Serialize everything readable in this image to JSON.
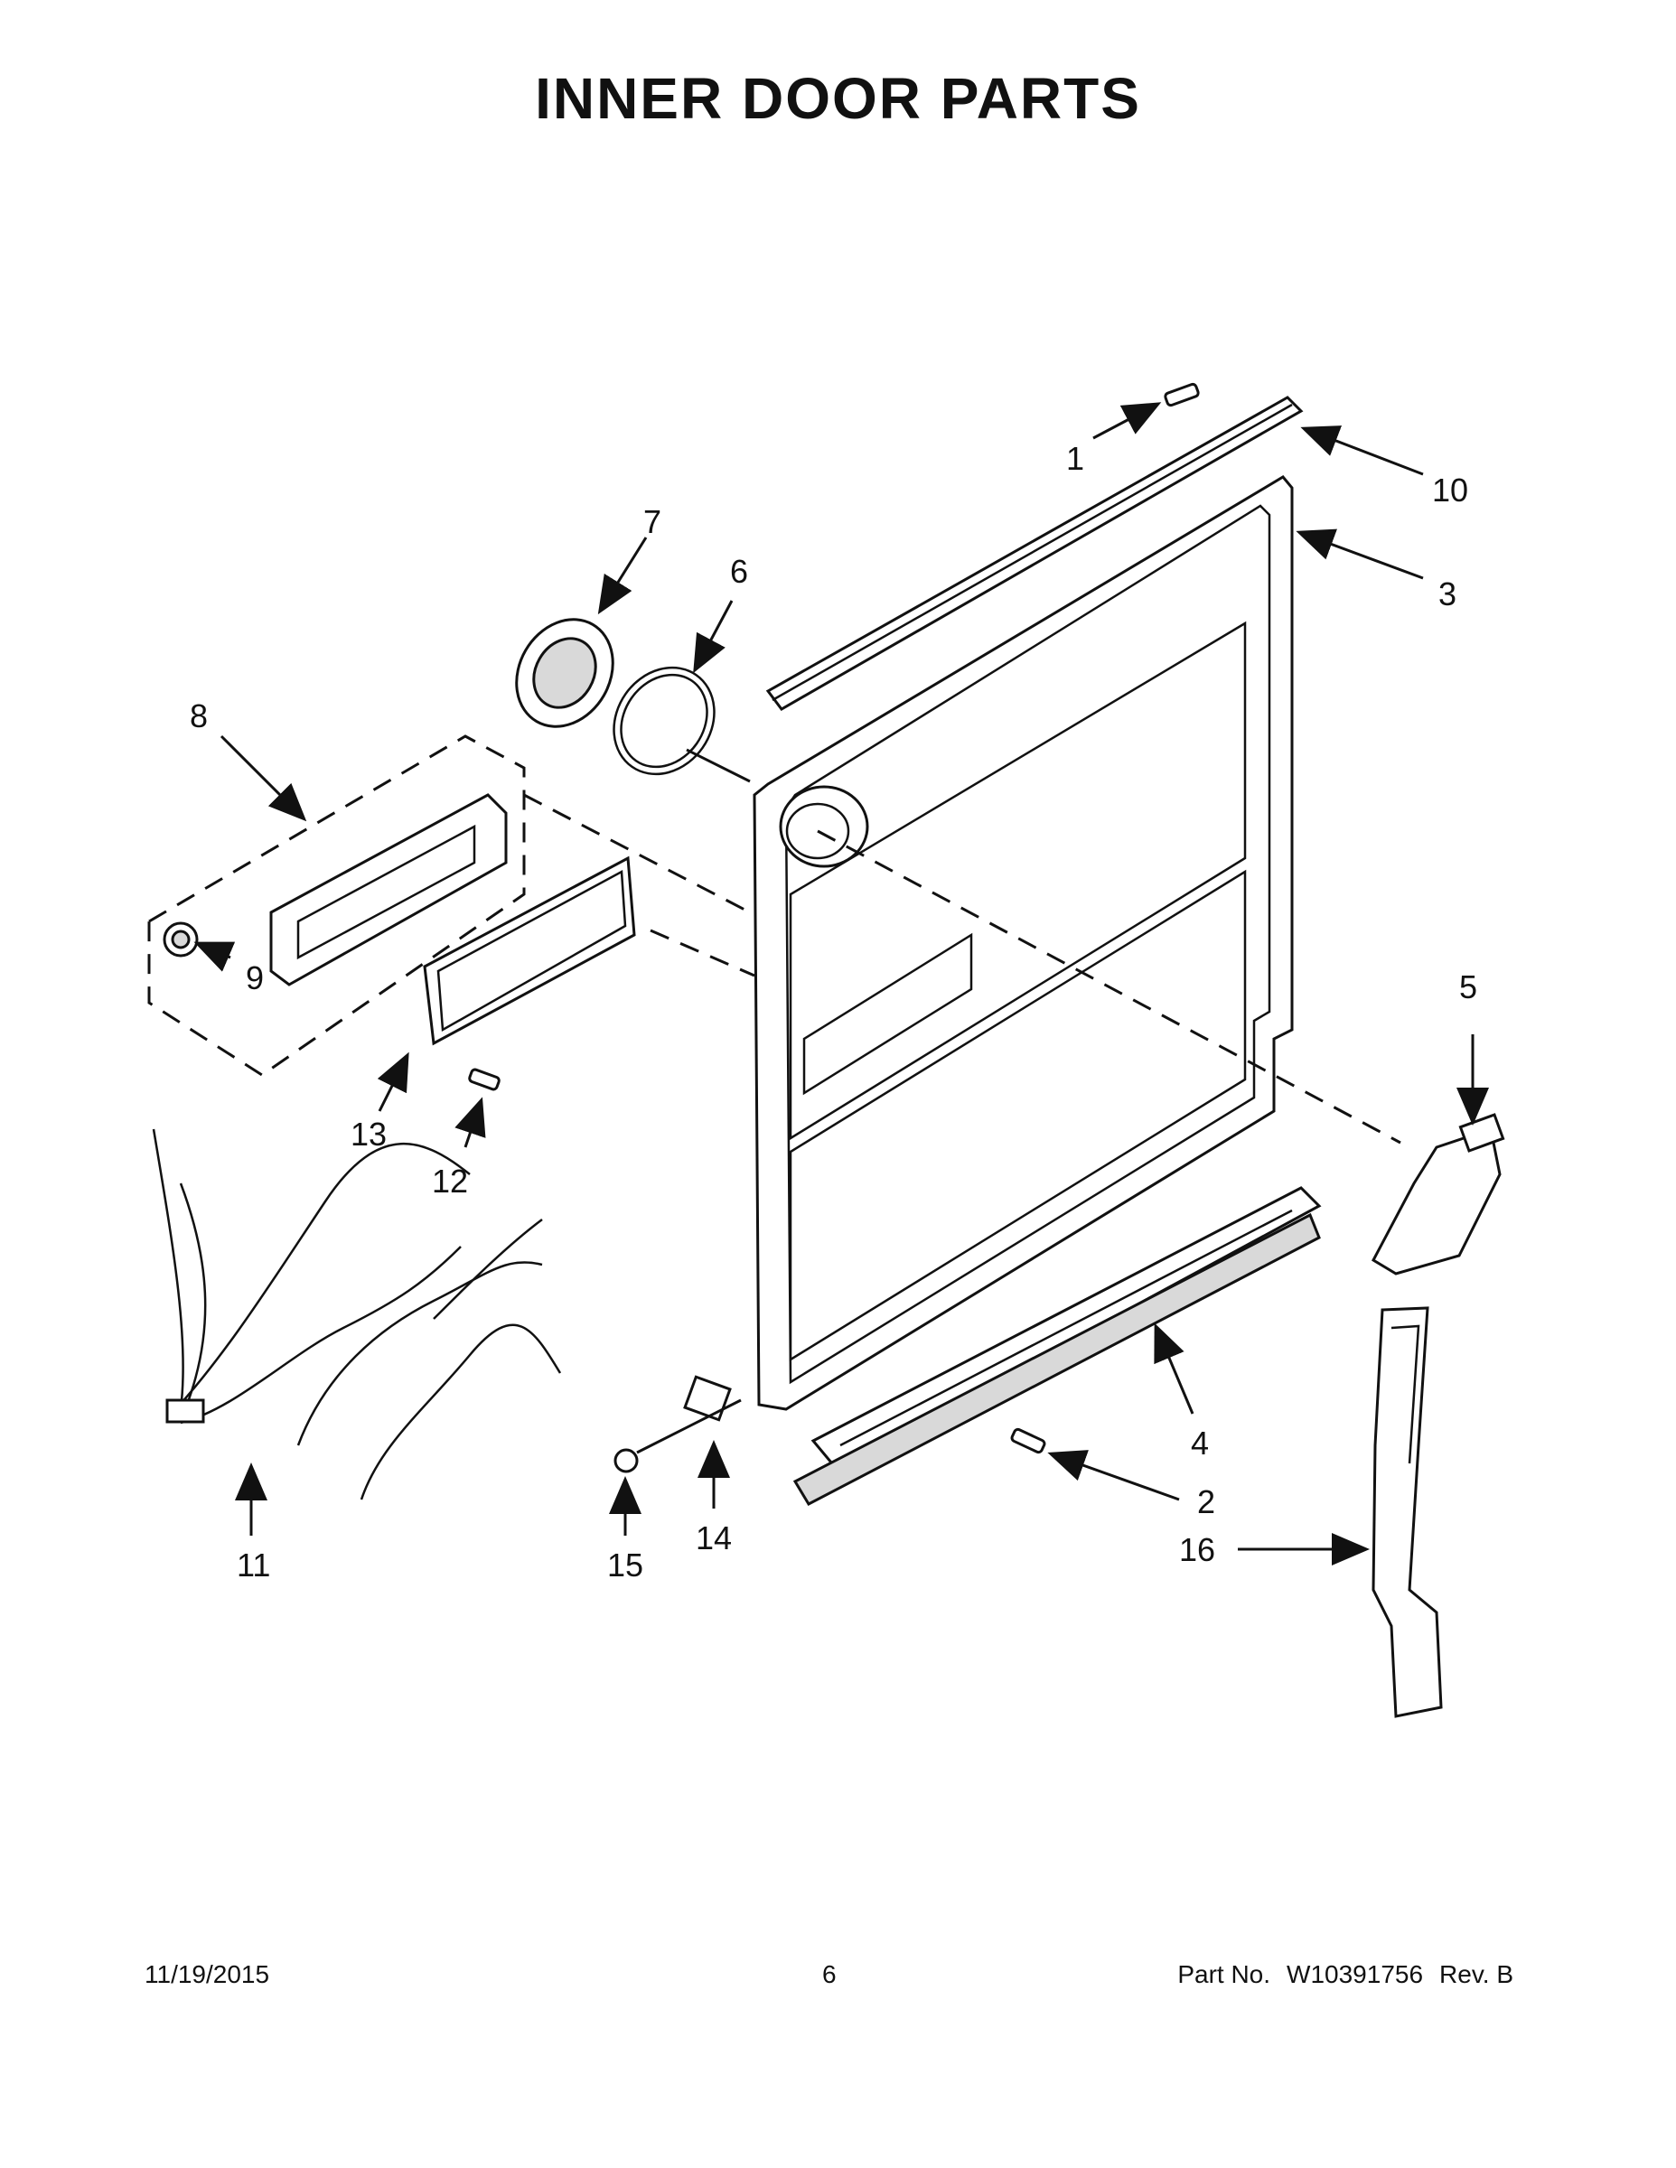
{
  "title": "INNER DOOR PARTS",
  "callouts": {
    "c1": "1",
    "c2": "2",
    "c3": "3",
    "c4": "4",
    "c5": "5",
    "c6": "6",
    "c7": "7",
    "c8": "8",
    "c9": "9",
    "c10": "10",
    "c11": "11",
    "c12": "12",
    "c13": "13",
    "c14": "14",
    "c15": "15",
    "c16": "16"
  },
  "footer": {
    "date": "11/19/2015",
    "page": "6",
    "part_label": "Part No.",
    "part_number": "W10391756",
    "rev": "Rev.  B"
  }
}
